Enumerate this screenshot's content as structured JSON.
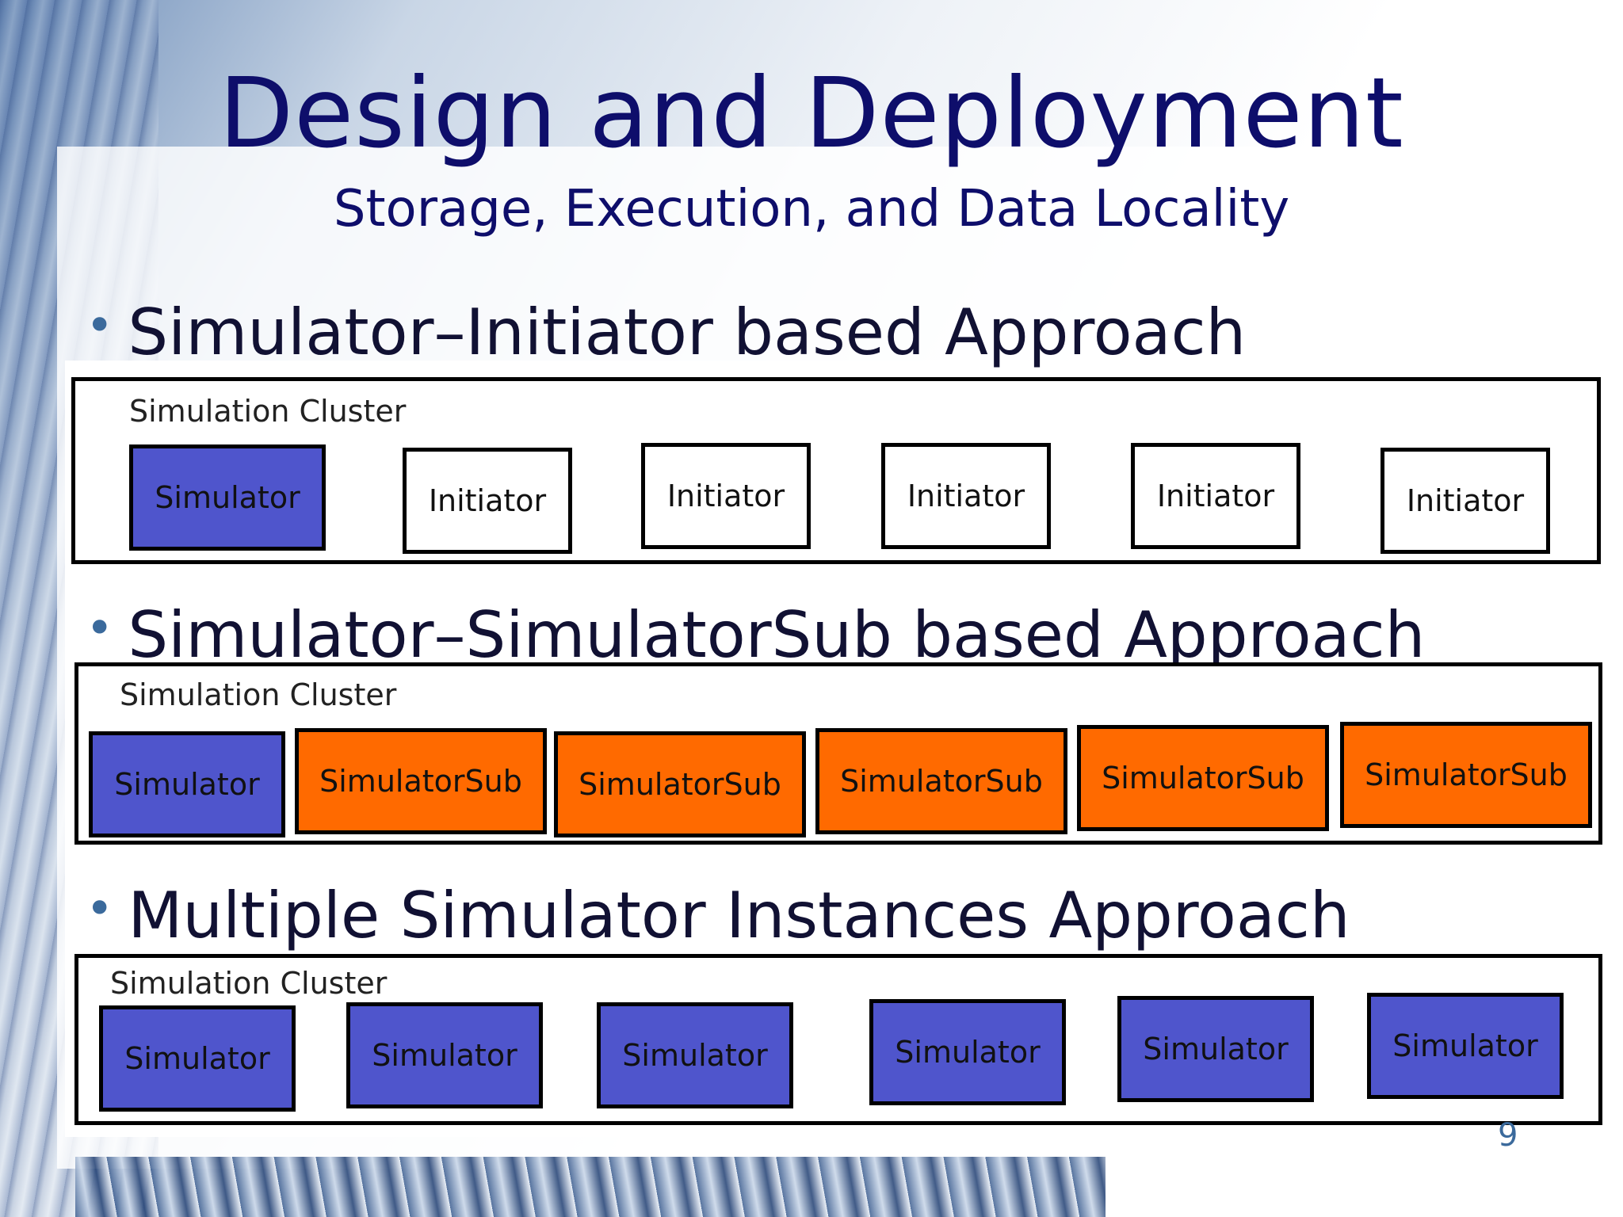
{
  "slide": {
    "title": "Design and Deployment",
    "subtitle": "Storage, Execution, and Data Locality",
    "page_number": "9"
  },
  "sections": [
    {
      "bullet": "Simulator–Initiator based Approach",
      "cluster_label": "Simulation Cluster",
      "nodes": [
        "Simulator",
        "Initiator",
        "Initiator",
        "Initiator",
        "Initiator",
        "Initiator"
      ]
    },
    {
      "bullet": "Simulator–SimulatorSub based Approach",
      "cluster_label": "Simulation Cluster",
      "nodes": [
        "Simulator",
        "SimulatorSub",
        "SimulatorSub",
        "SimulatorSub",
        "SimulatorSub",
        "SimulatorSub"
      ]
    },
    {
      "bullet": "Multiple Simulator Instances Approach",
      "cluster_label": "Simulation Cluster",
      "nodes": [
        "Simulator",
        "Simulator",
        "Simulator",
        "Simulator",
        "Simulator",
        "Simulator"
      ]
    }
  ],
  "colors": {
    "simulator": "#4f55cc",
    "initiator": "#ffffff",
    "simulator_sub": "#ff6a00",
    "title": "#0e0e6b"
  }
}
